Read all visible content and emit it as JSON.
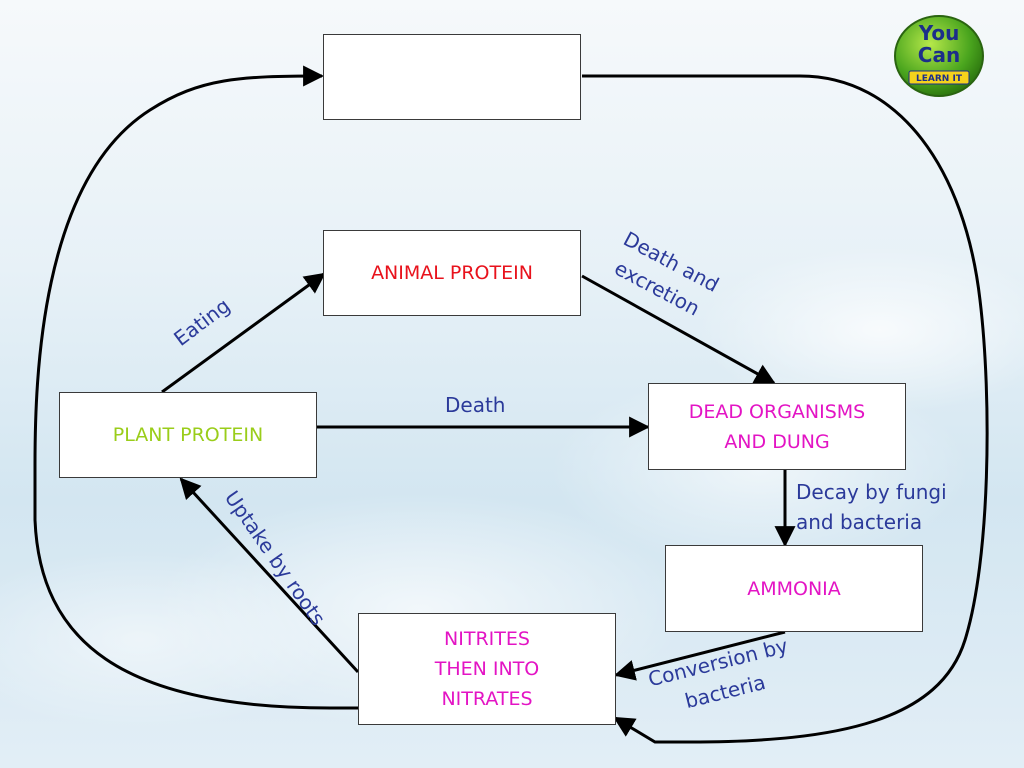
{
  "diagram": {
    "nodes": {
      "top_blank": {
        "text": ""
      },
      "animal_protein": {
        "text": "ANIMAL PROTEIN",
        "color": "#e8121c"
      },
      "plant_protein": {
        "text": "PLANT PROTEIN",
        "color": "#9acd1a"
      },
      "dead_organisms": {
        "text": "DEAD ORGANISMS\nAND DUNG",
        "color": "#e314c4"
      },
      "ammonia": {
        "text": "AMMONIA",
        "color": "#e314c4"
      },
      "nitrites": {
        "text": "NITRITES\nTHEN INTO\nNITRATES",
        "color": "#e314c4"
      }
    },
    "edges": {
      "eating": "Eating",
      "death_excretion": "Death and\nexcretion",
      "death": "Death",
      "decay": "Decay by fungi\nand bacteria",
      "conversion": "Conversion by\nbacteria",
      "uptake": "Uptake by roots"
    },
    "label_color": "#2b3a9a"
  },
  "logo": {
    "line1": "You",
    "line2": "Can",
    "tagline": "LEARN IT",
    "icon": "you-can-learn-it-logo"
  }
}
